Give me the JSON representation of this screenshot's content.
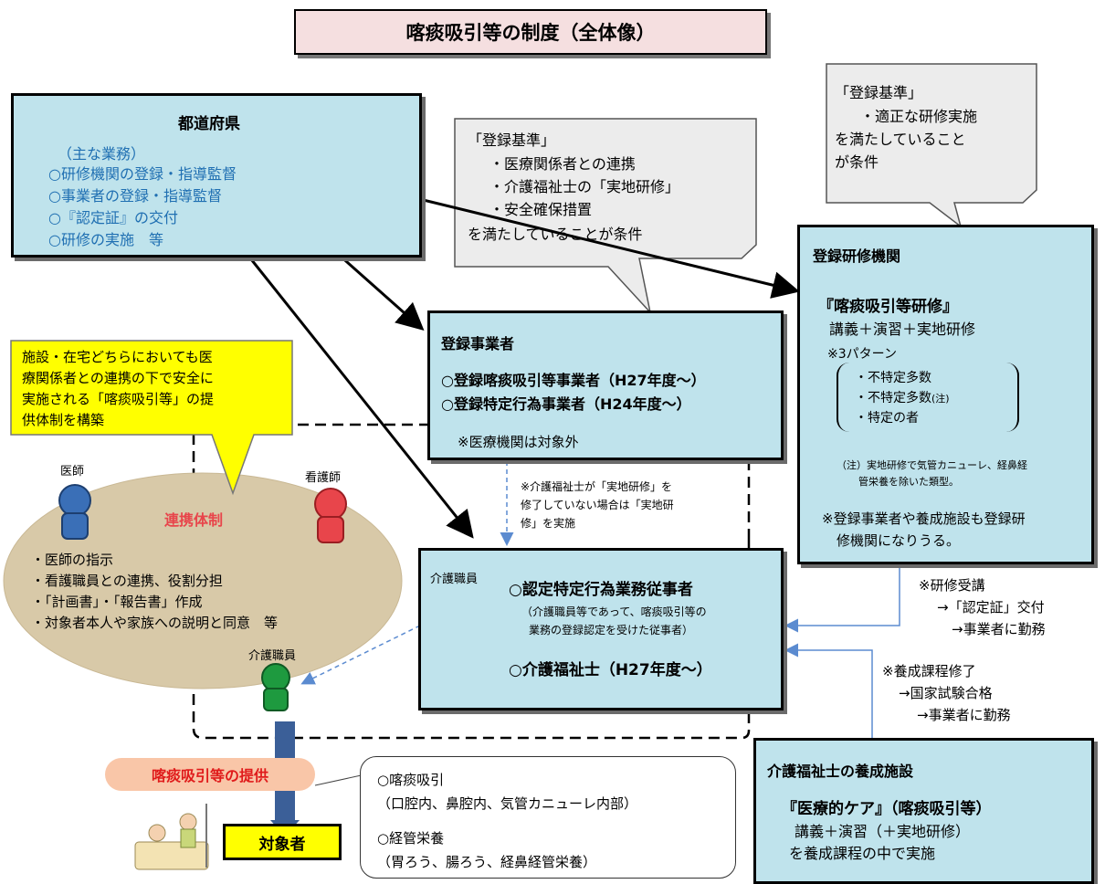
{
  "title": "喀痰吸引等の制度（全体像）",
  "prefecture": {
    "title": "都道府県",
    "lines": [
      "（主な業務）",
      "○研修機関の登録・指導監督",
      "○事業者の登録・指導監督",
      "○『認定証』の交付",
      "○研修の実施　等"
    ]
  },
  "criteria_center": {
    "lines": [
      "「登録基準」",
      "・医療関係者との連携",
      "・介護福祉士の「実地研修」",
      "・安全確保措置",
      "を満たしていることが条件"
    ]
  },
  "criteria_right": {
    "lines": [
      "「登録基準」",
      "・適正な研修実施",
      "を満たしていること",
      "が条件"
    ]
  },
  "training_org": {
    "title": "登録研修機関",
    "course": "『喀痰吸引等研修』",
    "course_detail": "講義＋演習＋実地研修",
    "patterns_label": "※3パターン",
    "patterns": [
      "・不特定多数",
      "・不特定多数",
      "・特定の者"
    ],
    "note_suffix": "(注)",
    "footnote_lines": [
      "（注）実地研修で気管カニューレ、経鼻経",
      "管栄養を除いた類型。"
    ],
    "note_lines": [
      "※登録事業者や養成施設も登録研",
      "修機関になりうる。"
    ]
  },
  "registered_business": {
    "title": "登録事業者",
    "item1": "○登録喀痰吸引等事業者（H27年度～）",
    "item2": "○登録特定行為事業者（H24年度～）",
    "note": "※医療機関は対象外"
  },
  "yellow_bubble": {
    "lines": [
      "施設・在宅どちらにおいても医",
      "療関係者との連携の下で安全に",
      "実施される「喀痰吸引等」の提",
      "供体制を構築"
    ]
  },
  "small_note": {
    "lines": [
      "※介護福祉士が「実地研修」を",
      "修了していない場合は「実地研",
      "修」を実施"
    ]
  },
  "cooperation": {
    "doctor_label": "医師",
    "nurse_label": "看護師",
    "title": "連携体制",
    "lines": [
      "・医師の指示",
      "・看護職員との連携、役割分担",
      "・「計画書」・「報告書」作成",
      "・対象者本人や家族への説明と同意　等"
    ],
    "care_worker_label": "介護職員"
  },
  "certified_worker": {
    "worker_label": "介護職員",
    "title": "○認定特定行為業務従事者",
    "sub_lines": [
      "（介護職員等であって、喀痰吸引等の",
      "業務の登録認定を受けた従事者）"
    ],
    "item2": "○介護福祉士（H27年度～）"
  },
  "right_notes": {
    "training_lines": [
      "※研修受講",
      "→「認定証」交付",
      "→事業者に勤務"
    ],
    "course_lines": [
      "※養成課程修了",
      "→国家試験合格",
      "→事業者に勤務"
    ]
  },
  "school": {
    "title": "介護福祉士の養成施設",
    "subtitle": "『医療的ケア』（喀痰吸引等）",
    "lines": [
      "講義＋演習（＋実地研修）",
      "を養成課程の中で実施"
    ]
  },
  "provision": {
    "label": "喀痰吸引等の提供",
    "target_label": "対象者"
  },
  "procedures": {
    "lines": [
      "○喀痰吸引",
      "（口腔内、鼻腔内、気管カニューレ内部）",
      "○経管栄養",
      "（胃ろう、腸ろう、経鼻経管栄養）"
    ]
  },
  "colors": {
    "box_fill": "#bfe3ec",
    "bubble_fill": "#ececec",
    "yellow": "#ffff00",
    "ellipse": "#d8c9a8",
    "title_fill": "#f5dfe0",
    "doctor_blue": "#3a6fb7",
    "nurse_red": "#e8454b",
    "worker_green": "#1e9a3f",
    "provide_pink": "#f9c6a8",
    "target_yellow": "#ffff00"
  }
}
